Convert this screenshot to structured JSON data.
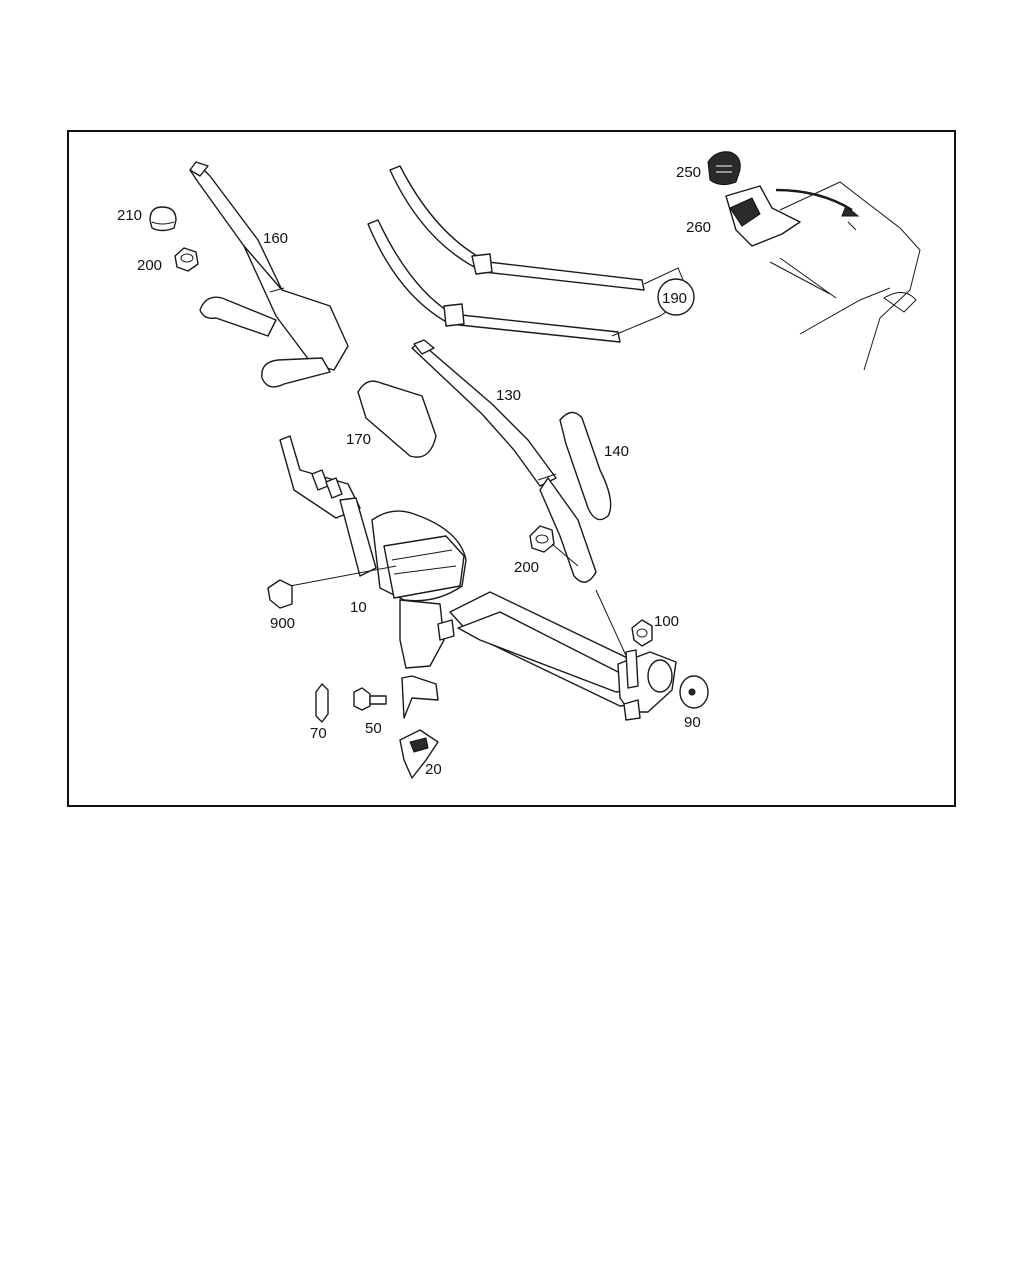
{
  "callouts": {
    "c210": "210",
    "c200a": "200",
    "c160": "160",
    "c250": "250",
    "c260": "260",
    "c190": "190",
    "c130": "130",
    "c170": "170",
    "c140": "140",
    "c200b": "200",
    "c10": "10",
    "c900": "900",
    "c100": "100",
    "c90": "90",
    "c70": "70",
    "c50": "50",
    "c20": "20"
  }
}
